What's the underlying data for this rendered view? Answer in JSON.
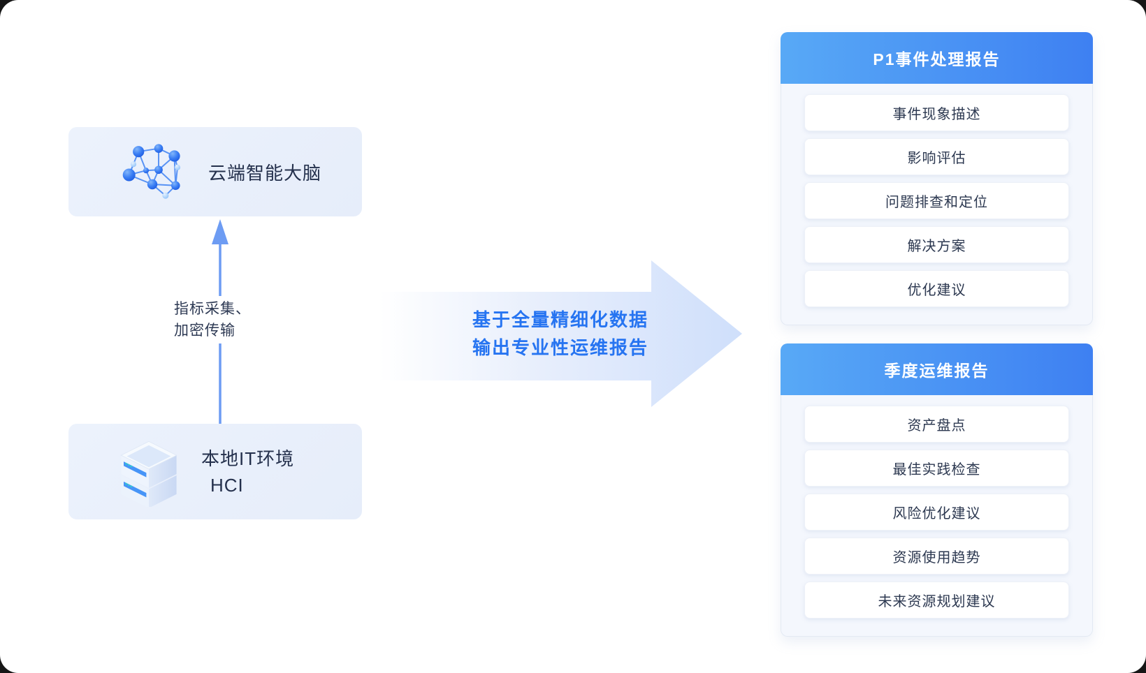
{
  "colors": {
    "node_box_bg": "#e9effb",
    "upload_arrow_blue": "#6d9cf3",
    "arrow_text_blue": "#2674f1",
    "arrow_fill_end": "#d2e1fb",
    "panel_header_gradient_start": "#58a9f6",
    "panel_header_gradient_end": "#3e80f2",
    "panel_body_bg": "#f4f7fd",
    "card_bg": "#ffffff",
    "text_dark": "#24304c"
  },
  "left_flow": {
    "cloud_box": {
      "icon": "neural-network-icon",
      "label": "云端智能大脑"
    },
    "local_box": {
      "icon": "server-stack-icon",
      "line1": "本地IT环境",
      "line2": "HCI"
    },
    "upload_label": {
      "line1": "指标采集、",
      "line2": "加密传输"
    }
  },
  "main_arrow": {
    "line1": "基于全量精细化数据",
    "line2": "输出专业性运维报告"
  },
  "panels": [
    {
      "title": "P1事件处理报告",
      "items": [
        "事件现象描述",
        "影响评估",
        "问题排查和定位",
        "解决方案",
        "优化建议"
      ]
    },
    {
      "title": "季度运维报告",
      "items": [
        "资产盘点",
        "最佳实践检查",
        "风险优化建议",
        "资源使用趋势",
        "未来资源规划建议"
      ]
    }
  ]
}
